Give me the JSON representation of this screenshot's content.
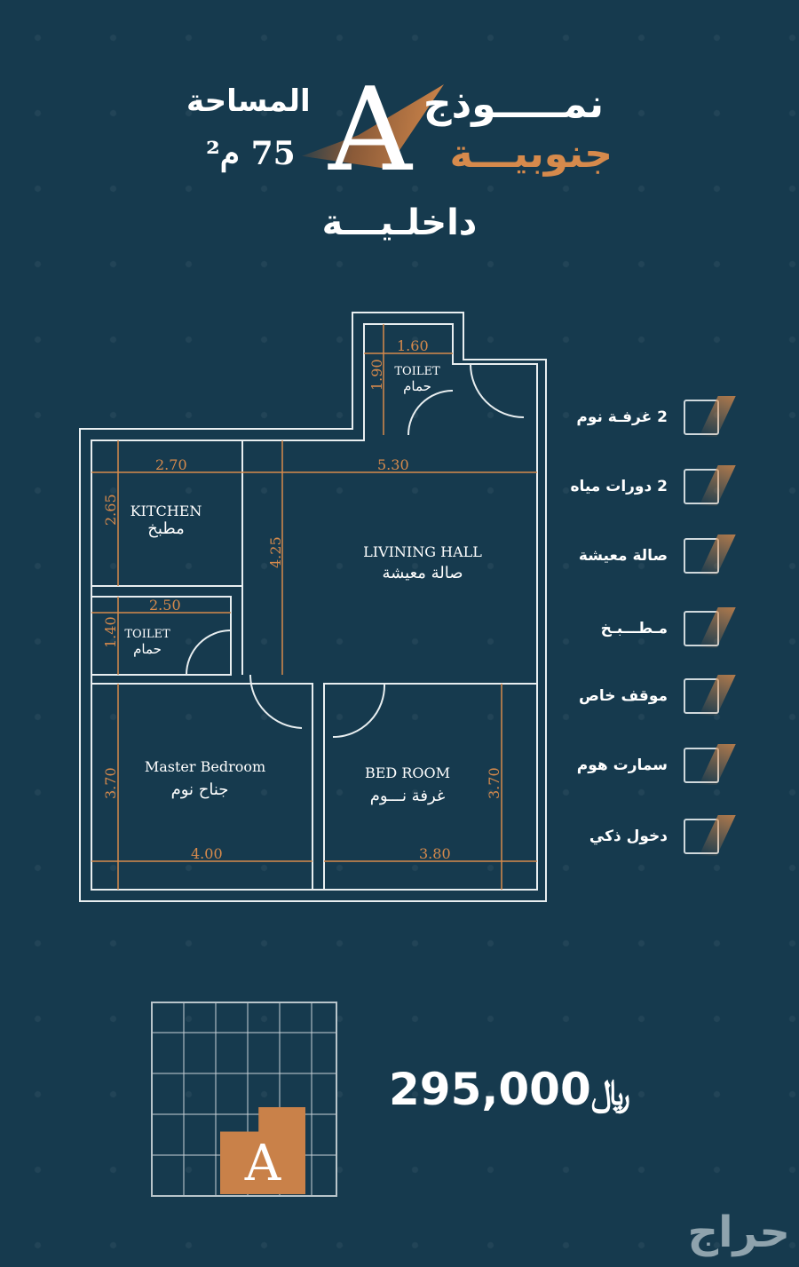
{
  "header": {
    "model_label": "نمـــــوذج",
    "orientation": "جنوبيـــة",
    "model_letter": "A",
    "area_label": "المساحة",
    "area_value": "75 م²",
    "type_label": "داخلـيـــة"
  },
  "floor_plan": {
    "rooms": {
      "toilet_top": {
        "en": "TOILET",
        "ar": "حمام"
      },
      "kitchen": {
        "en": "KITCHEN",
        "ar": "مطبخ"
      },
      "hall": {
        "en": "LIVINING  HALL",
        "ar": "صالة معيشة"
      },
      "toilet_left": {
        "en": "TOILET",
        "ar": "حمام"
      },
      "master": {
        "en": "Master  Bedroom",
        "ar": "جناح نوم"
      },
      "bed": {
        "en": "BED  ROOM",
        "ar": "غرفة نـــوم"
      }
    },
    "dimensions": {
      "toilet_top_w": "1.60",
      "toilet_top_h": "1.90",
      "kitchen_w": "2.70",
      "kitchen_h": "2.65",
      "hall_w": "5.30",
      "hall_h": "4.25",
      "toilet_left_w": "2.50",
      "toilet_left_h": "1.40",
      "master_w": "4.00",
      "master_h": "3.70",
      "bed_w": "3.80",
      "bed_h": "3.70"
    },
    "colors": {
      "wall": "#e8eef0",
      "dimension": "#d68a4c"
    }
  },
  "features": [
    {
      "label": "2 غرفـة نوم",
      "icon": "bedroom-icon"
    },
    {
      "label": "2 دورات مياه",
      "icon": "wc-icon"
    },
    {
      "label": "صالة معيشة",
      "icon": "sofa-icon"
    },
    {
      "label": "مـطـــبـخ",
      "icon": "kitchen-icon"
    },
    {
      "label": "موقف خاص",
      "icon": "car-parking-icon"
    },
    {
      "label": "سمارت هوم",
      "icon": "smart-home-icon"
    },
    {
      "label": "دخول ذكي",
      "icon": "smart-lock-icon"
    }
  ],
  "key_plan": {
    "highlight_letter": "A",
    "highlight_color": "#c98149"
  },
  "price": {
    "value": "295,000",
    "currency_symbol": "﷼"
  },
  "watermark": "حراج",
  "colors": {
    "background": "#163a4e",
    "accent": "#d68a4c"
  }
}
